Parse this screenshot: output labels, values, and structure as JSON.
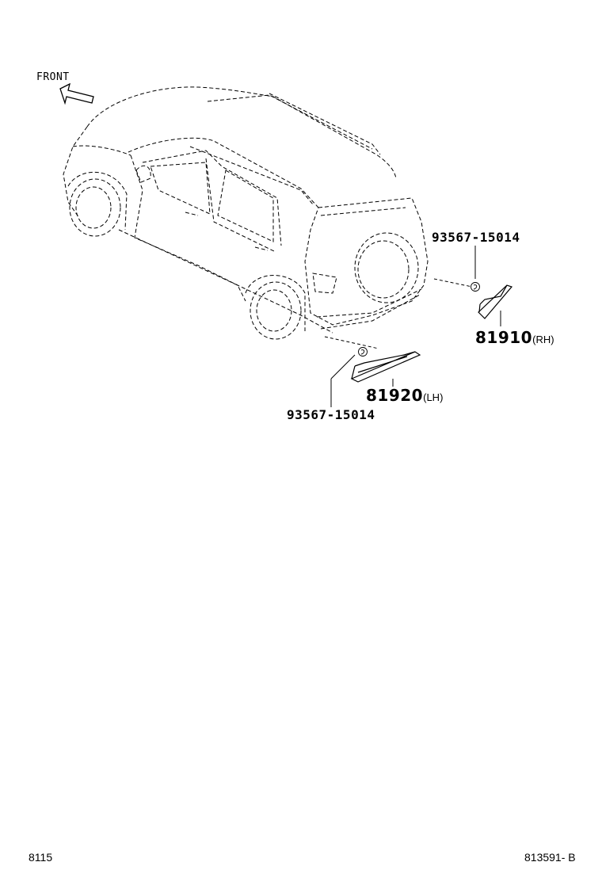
{
  "diagram": {
    "front_label": "FRONT",
    "parts": [
      {
        "part_no": "93567-15014"
      },
      {
        "part_no": "81910",
        "side": "RH"
      },
      {
        "part_no": "81920",
        "side": "LH"
      },
      {
        "part_no": "93567-15014"
      }
    ]
  },
  "footer": {
    "figure_no": "8115",
    "drawing_no": "813591- B"
  }
}
